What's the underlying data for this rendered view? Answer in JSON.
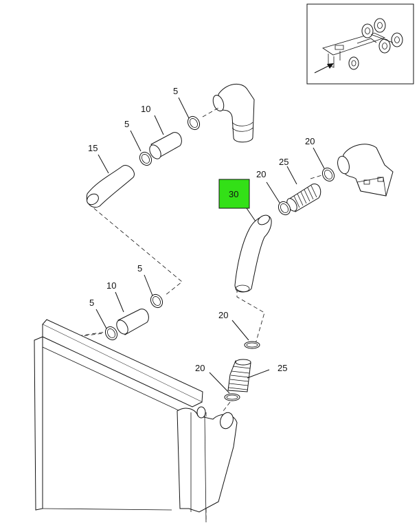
{
  "diagram": {
    "callouts": {
      "upper_clamp_a": "5",
      "upper_sleeve": "10",
      "upper_clamp_b": "5",
      "upper_hose": "15",
      "lower_clamp_a": "5",
      "lower_sleeve": "10",
      "lower_clamp_b": "5",
      "right_clamp_top": "20",
      "right_bellows_top": "25",
      "right_clamp_mid": "20",
      "highlighted_tube": "30",
      "right_clamp_low": "20",
      "right_clamp_bottom": "20",
      "right_bellows_bottom": "25"
    },
    "highlight_color": "#33e017"
  }
}
